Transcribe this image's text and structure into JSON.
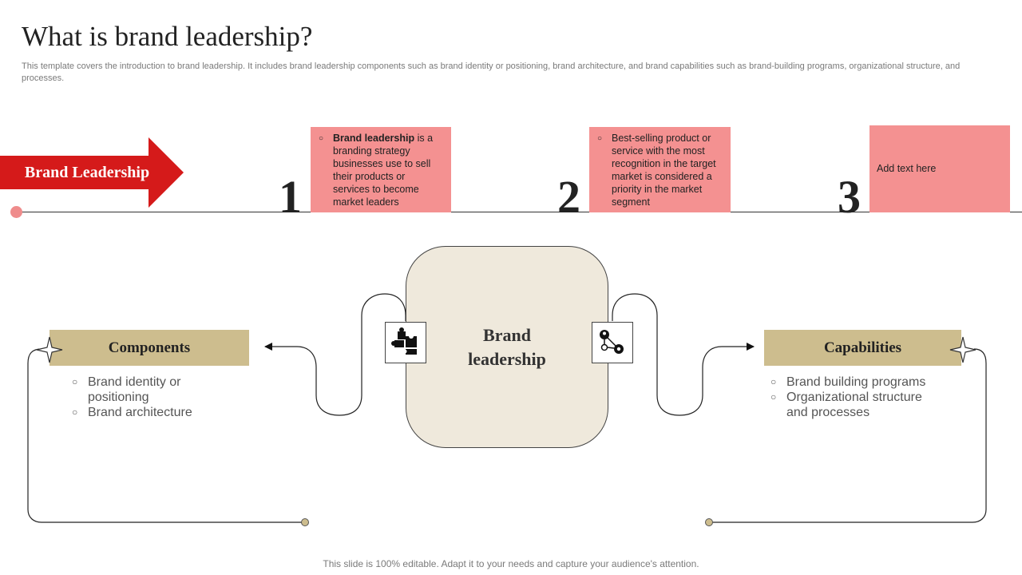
{
  "header": {
    "title": "What is brand leadership?",
    "subtitle": "This template covers the introduction to brand leadership. It includes brand leadership components such as brand identity or positioning, brand architecture, and brand capabilities such as brand-building programs, organizational structure, and processes."
  },
  "timeline": {
    "banner_label": "Brand Leadership",
    "steps": [
      {
        "number": "1",
        "bold": "Brand leadership",
        "text": " is a branding strategy businesses use to sell their products or services to become market leaders"
      },
      {
        "number": "2",
        "bold": "",
        "text": "Best-selling product or service with the most recognition in the target market is considered a priority in the market segment"
      },
      {
        "number": "3",
        "bold": "",
        "text": "Add text here"
      }
    ]
  },
  "diagram": {
    "center_label_line1": "Brand",
    "center_label_line2": "leadership",
    "left_icon": "puzzle-icon",
    "right_icon": "network-gear-icon",
    "components": {
      "title": "Components",
      "items": [
        "Brand identity or positioning",
        "Brand architecture"
      ]
    },
    "capabilities": {
      "title": "Capabilities",
      "items": [
        "Brand building programs",
        "Organizational structure and processes"
      ]
    }
  },
  "footer": "This slide is 100% editable. Adapt it to your needs and capture your audience's attention.",
  "colors": {
    "accent_red": "#d51a1a",
    "pink": "#f49191",
    "tan": "#cdbd8e",
    "beige": "#efe9dc"
  }
}
